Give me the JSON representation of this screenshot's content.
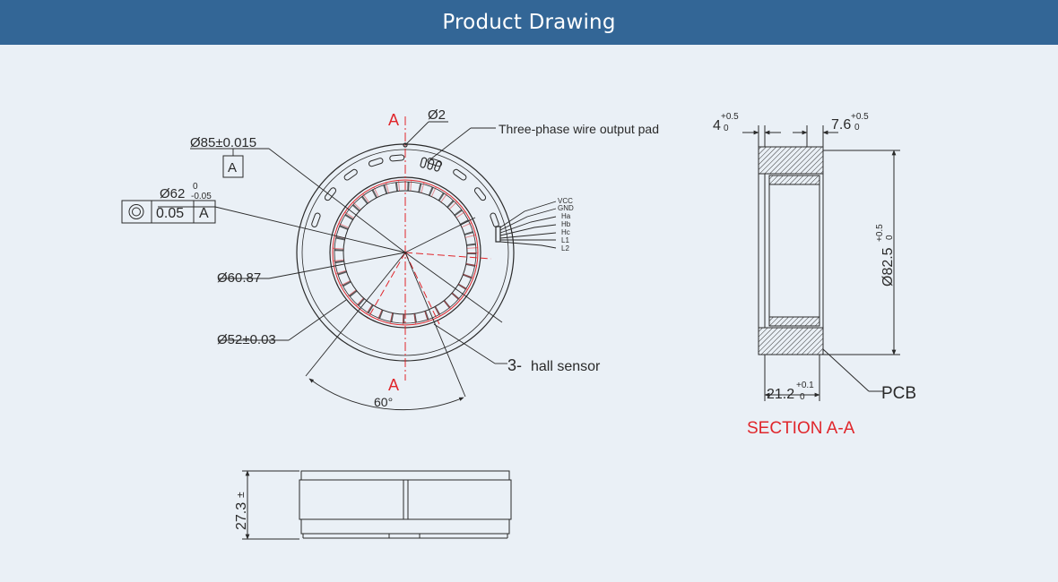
{
  "page": {
    "title": "Product Drawing"
  },
  "front_view": {
    "section_mark_top": "A",
    "section_mark_bottom": "A",
    "hole_dia": "Ø2",
    "wire_pad_note": "Three-phase wire output pad",
    "outer_dia": "Ø85±0.015",
    "datum_label": "A",
    "inner_dia_base": "Ø62",
    "inner_dia_tol_upper": "0",
    "inner_dia_tol_lower": "-0.05",
    "fcf_value": "0.05",
    "fcf_datum": "A",
    "dia_6087": "Ø60.87",
    "dia_52": "Ø52±0.03",
    "angle": "60°",
    "hall_count": "3-",
    "hall_note": "hall sensor",
    "wires": [
      "VCC",
      "GND",
      "Ha",
      "Hb",
      "Hc",
      "L1",
      "L2"
    ]
  },
  "section_view": {
    "dim_left": "4",
    "dim_left_tol_upper": "+0.5",
    "dim_left_tol_lower": "0",
    "dim_right": "7.6",
    "dim_right_tol_upper": "+0.5",
    "dim_right_tol_lower": "0",
    "dia_base": "Ø82.5",
    "dia_tol_upper": "+0.5",
    "dia_tol_lower": "0",
    "width_base": "21.2",
    "width_tol_upper": "+0.1",
    "width_tol_lower": "0",
    "pcb_label": "PCB",
    "section_title": "SECTION A-A"
  },
  "side_view": {
    "height_base": "27.3",
    "height_tol": "±"
  },
  "colors": {
    "header": "#336696",
    "line": "#2a2a2a",
    "red": "#e0262b",
    "background": "#eaf0f6"
  }
}
